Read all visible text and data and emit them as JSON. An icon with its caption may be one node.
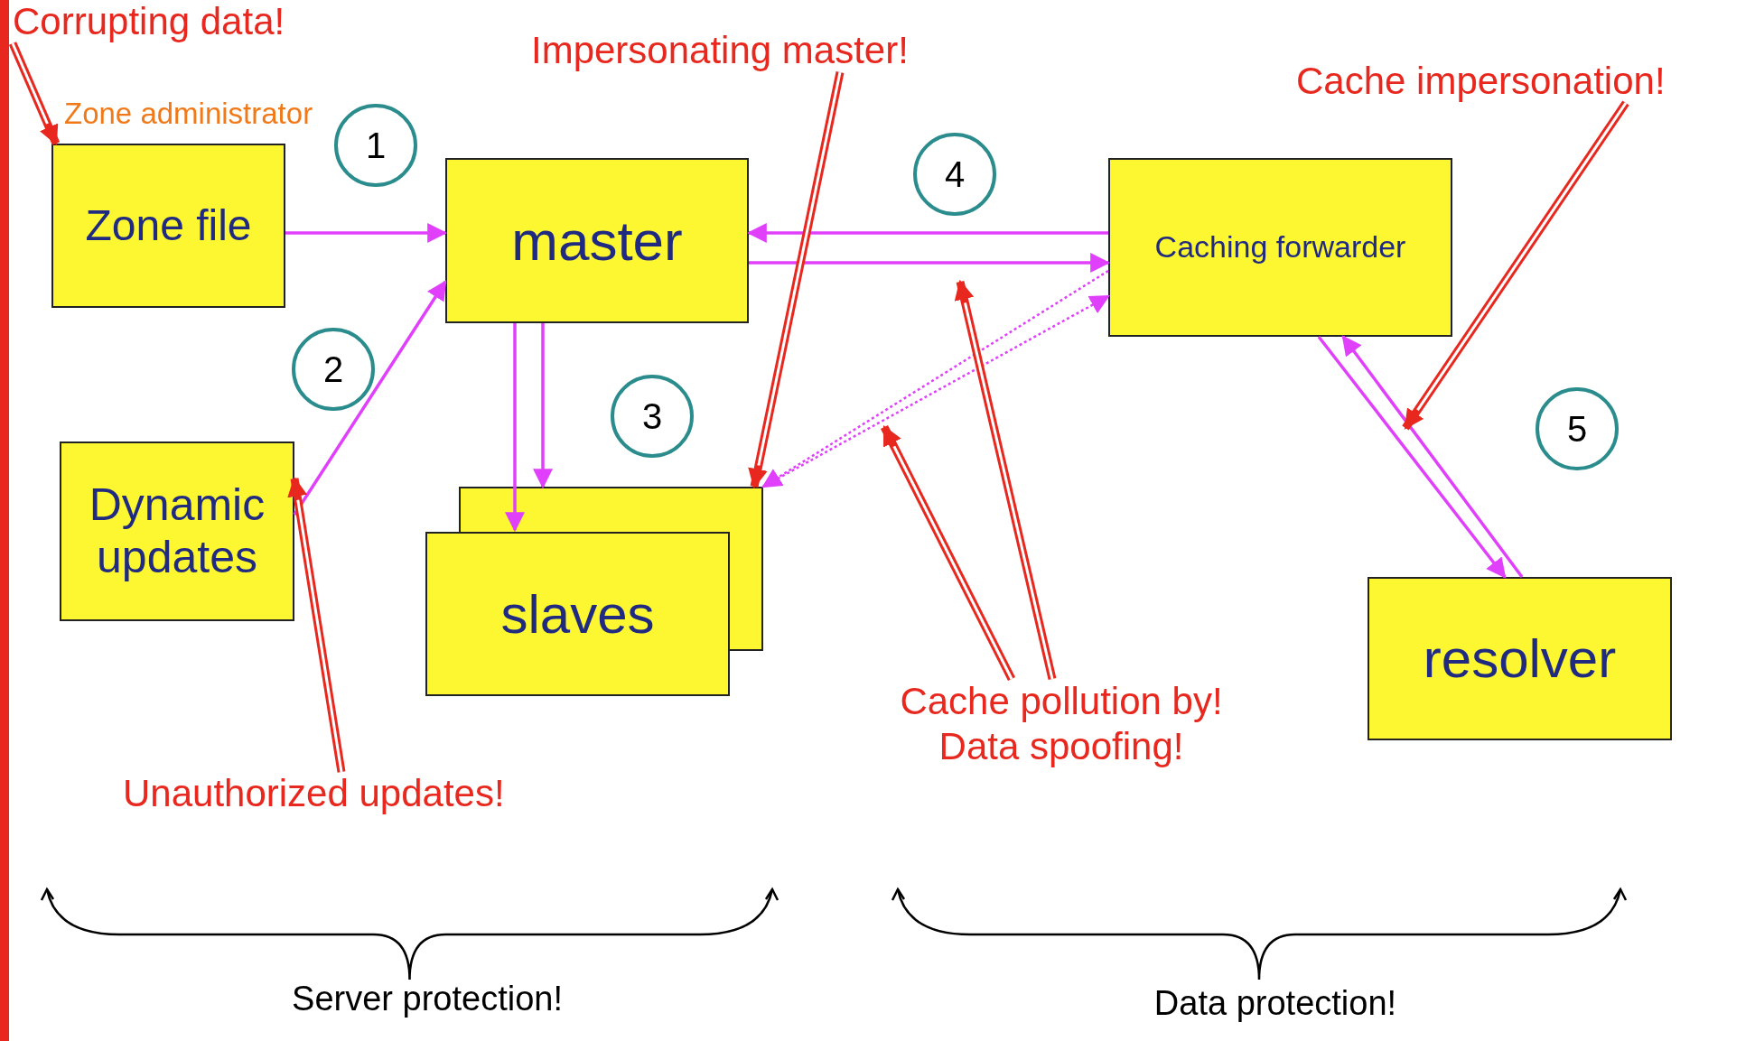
{
  "diagram": {
    "nodes": [
      {
        "text": [
          "Zone file"
        ],
        "beside": [
          "Zone administrator"
        ]
      },
      {
        "text": [
          "master"
        ]
      },
      {
        "text": [
          "Dynamic updates"
        ]
      },
      {
        "text": [
          "slaves"
        ]
      },
      {
        "text": [
          "Caching forwarder"
        ]
      },
      {
        "text": [
          "resolver"
        ]
      },
      {
        "text": [
          "Corrupting data!"
        ]
      },
      {
        "text": [
          "Impersonating master!"
        ]
      },
      {
        "text": [
          "Cache impersonation!"
        ]
      },
      {
        "text": [
          "Unauthorized updates!"
        ]
      },
      {
        "text": [
          "Cache pollution by! Data spoofing!"
        ]
      },
      {
        "text": [
          "1"
        ]
      },
      {
        "text": [
          "2"
        ]
      },
      {
        "text": [
          "3"
        ]
      },
      {
        "text": [
          "4"
        ]
      },
      {
        "text": [
          "5"
        ]
      }
    ],
    "edges": [
      {
        "from": 0,
        "to": 1,
        "arrow": "to"
      },
      {
        "from": 4,
        "to": 1,
        "arrow": "to"
      },
      {
        "from": 1,
        "to": 4,
        "arrow": "to"
      },
      {
        "from": 2,
        "to": 1,
        "arrow": "to"
      },
      {
        "from": 1,
        "to": 3,
        "arrow": "to"
      },
      {
        "from": 1,
        "to": 3,
        "arrow": "to"
      },
      {
        "from": 4,
        "to": 3,
        "arrow": "to",
        "style": "dashed"
      },
      {
        "from": 3,
        "to": 4,
        "arrow": "to",
        "style": "dashed"
      },
      {
        "from": 4,
        "to": 5,
        "arrow": "to"
      },
      {
        "from": 5,
        "to": 4,
        "arrow": "to"
      },
      {
        "from": 6,
        "to": 0,
        "arrow": "to",
        "style": "thick",
        "color": "#e8281e"
      },
      {
        "from": 7,
        "to": 3,
        "arrow": "to",
        "style": "thick",
        "color": "#e8281e"
      },
      {
        "from": 8,
        "to": null,
        "arrow": "to",
        "style": "thick",
        "color": "#e8281e"
      },
      {
        "from": 9,
        "to": 2,
        "arrow": "to",
        "style": "thick",
        "color": "#e8281e"
      },
      {
        "from": 10,
        "to": null,
        "arrow": "to",
        "style": "thick",
        "color": "#e8281e"
      },
      {
        "from": 10,
        "to": null,
        "arrow": "to",
        "style": "thick",
        "color": "#e8281e"
      }
    ],
    "labels": [
      "Server protection!",
      "Data protection!"
    ]
  }
}
